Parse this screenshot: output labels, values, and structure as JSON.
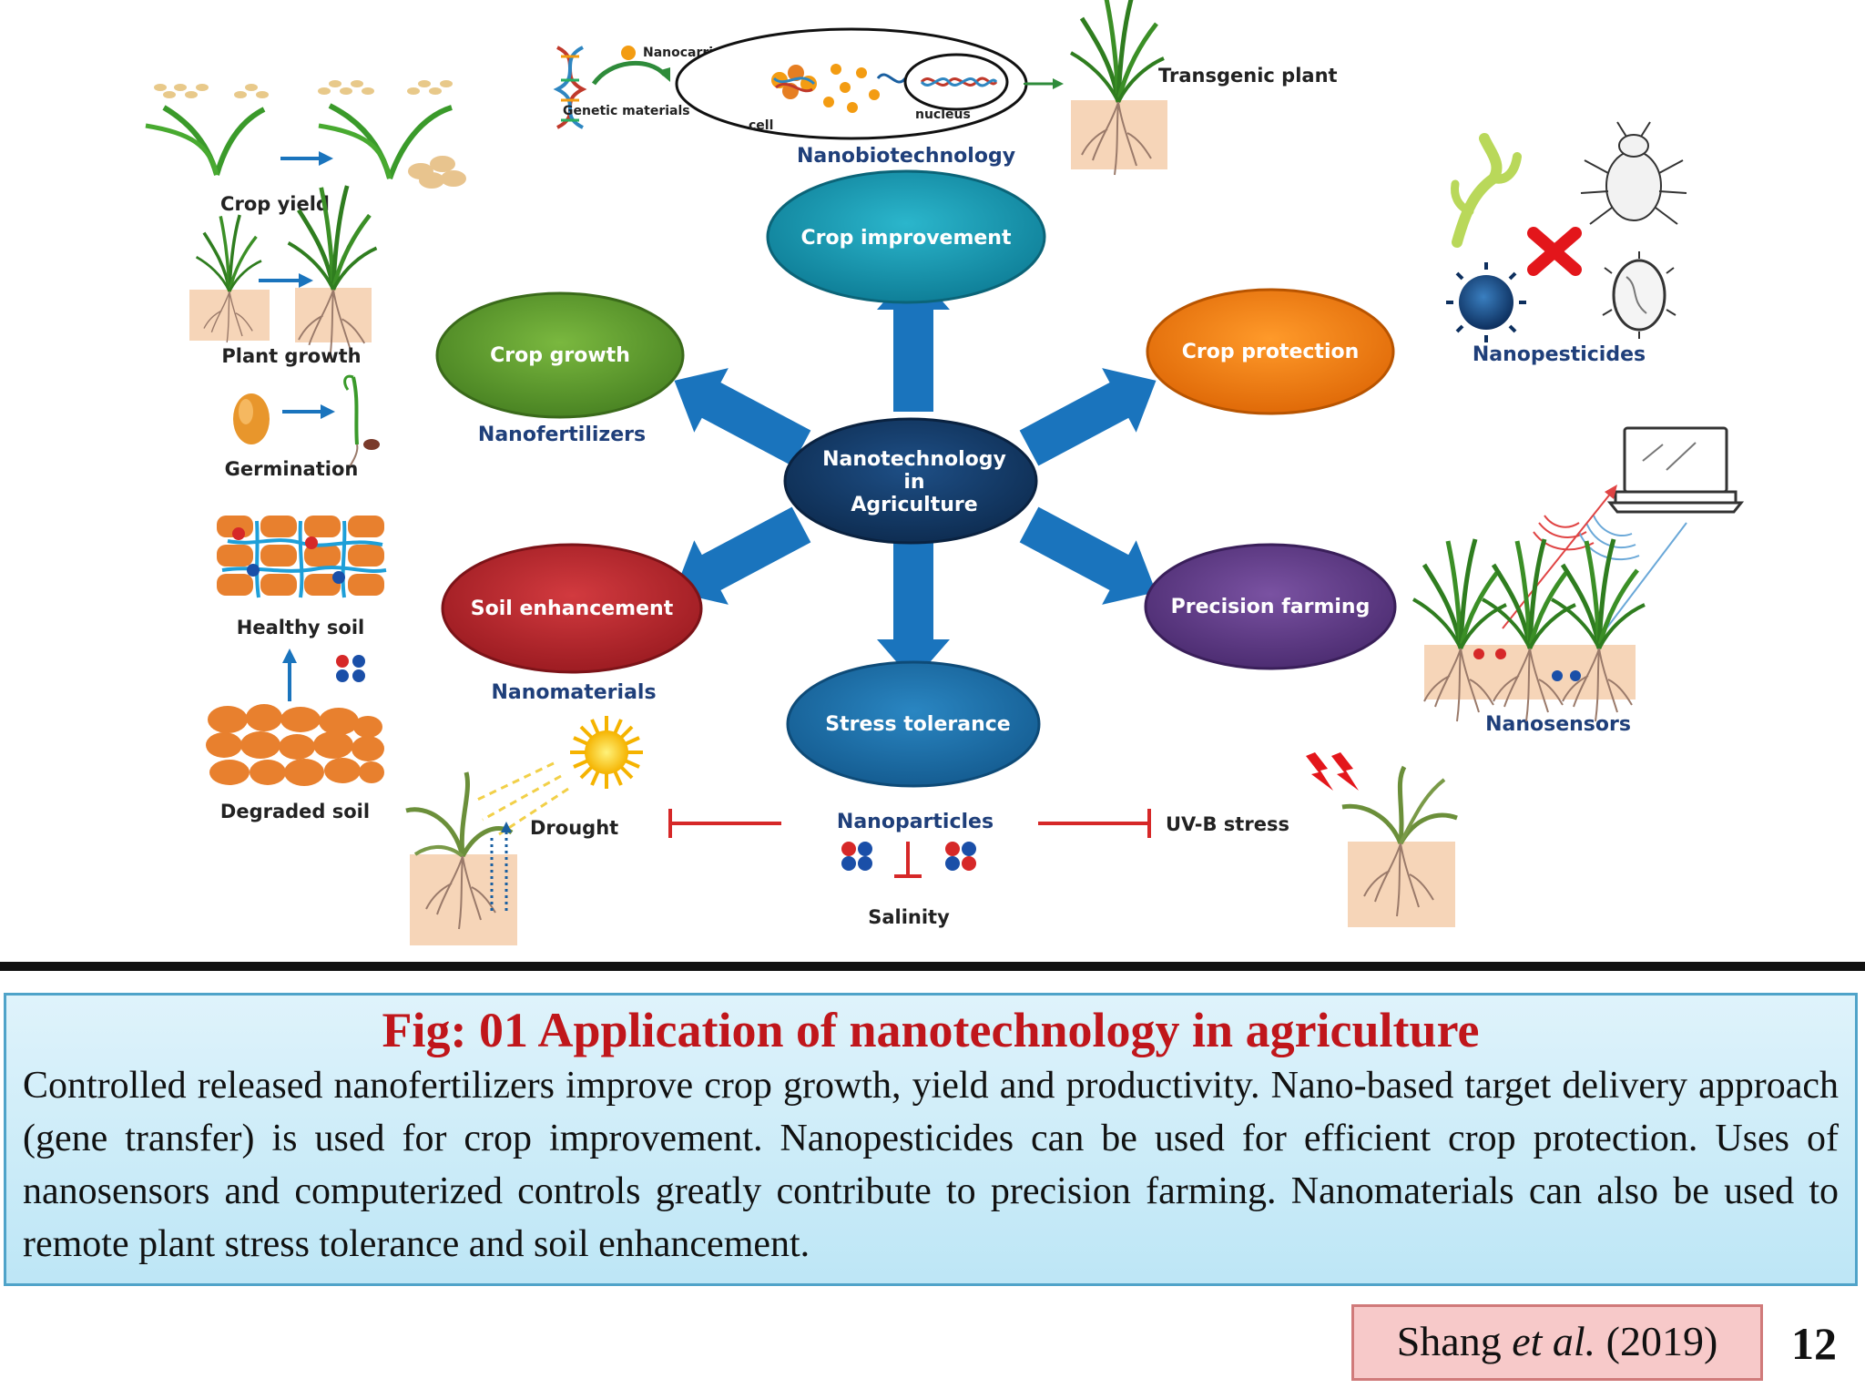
{
  "hub": {
    "line1": "Nanotechnology",
    "line2": "in",
    "line3": "Agriculture"
  },
  "nodes": {
    "crop_improvement": "Crop improvement",
    "crop_growth": "Crop growth",
    "crop_protection": "Crop protection",
    "soil_enhancement": "Soil enhancement",
    "precision_farming": "Precision farming",
    "stress_tolerance": "Stress tolerance"
  },
  "categories": {
    "nanobiotechnology": "Nanobiotechnology",
    "nanofertilizers": "Nanofertilizers",
    "nanopesticides": "Nanopesticides",
    "nanomaterials": "Nanomaterials",
    "nanosensors": "Nanosensors",
    "nanoparticles": "Nanoparticles"
  },
  "labels": {
    "nanocarriers": "Nanocarriers",
    "genetic_materials": "Genetic materials",
    "cell": "cell",
    "nucleus": "nucleus",
    "transgenic_plant": "Transgenic plant",
    "crop_yield": "Crop yield",
    "plant_growth": "Plant growth",
    "germination": "Germination",
    "healthy_soil": "Healthy soil",
    "degraded_soil": "Degraded soil",
    "drought": "Drought",
    "salinity": "Salinity",
    "uvb_stress": "UV-B stress"
  },
  "colors": {
    "hub": "#143a66",
    "crop_improvement": "#1597b0",
    "crop_growth": "#5e9a2e",
    "crop_protection": "#f07a10",
    "soil_enhancement": "#b8242a",
    "precision_farming": "#5e3a86",
    "stress_tolerance": "#1b6fa8",
    "arrow": "#1a74bd",
    "caption_title": "#c0161b"
  },
  "caption": {
    "title": "Fig: 01 Application of nanotechnology in agriculture",
    "body": "Controlled released nanofertilizers improve crop growth, yield and productivity. Nano-based target delivery approach (gene transfer) is used for crop improvement. Nanopesticides can be used for efficient crop protection. Uses of nanosensors and computerized controls greatly contribute to precision farming. Nanomaterials can also be used to remote plant stress tolerance and soil enhancement."
  },
  "citation": {
    "author": "Shang",
    "etal": "et al.",
    "year": "(2019)"
  },
  "page_number": "12"
}
